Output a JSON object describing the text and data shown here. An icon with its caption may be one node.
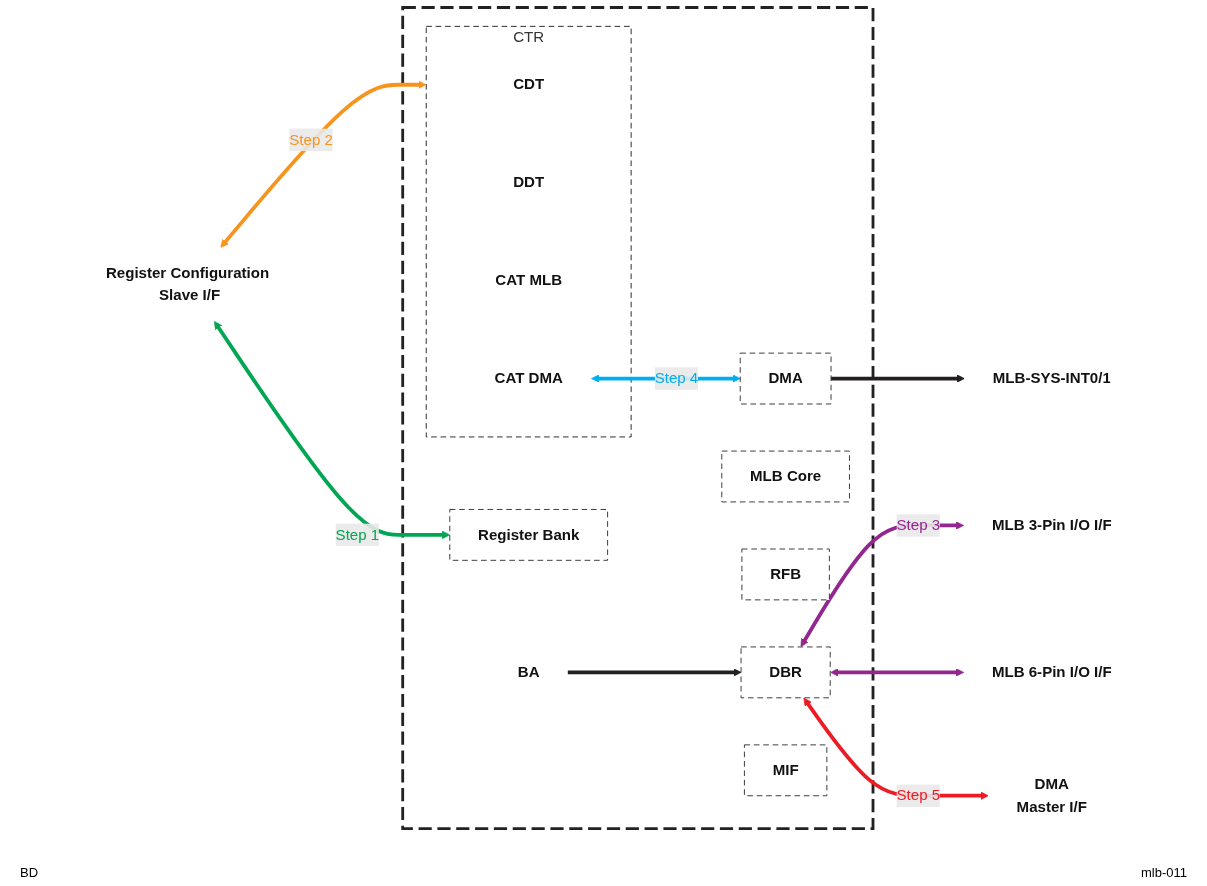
{
  "diagram": {
    "nodes": [
      {
        "text": [],
        "shape": "box"
      },
      {
        "text": [
          "CTR"
        ],
        "in": 0
      },
      {
        "text": [
          "CDT"
        ],
        "in": 1
      },
      {
        "text": [
          "DDT"
        ],
        "in": 1
      },
      {
        "text": [
          "CAT MLB"
        ],
        "in": 1
      },
      {
        "text": [
          "CAT DMA"
        ],
        "in": 1
      },
      {
        "text": [
          "DBR"
        ],
        "in": 0
      },
      {
        "text": [
          "BA"
        ],
        "in": 0
      },
      {
        "text": [
          "MLB Core"
        ],
        "in": 0
      },
      {
        "text": [
          "RFB"
        ],
        "in": 0
      },
      {
        "text": [
          "DMA"
        ],
        "in": 0
      },
      {
        "text": [
          "MIF"
        ],
        "in": 0
      },
      {
        "text": [
          "Register Bank"
        ],
        "in": 0
      },
      {
        "text": [
          "DMA",
          "Master I/F"
        ]
      },
      {
        "text": [
          "MLB-SYS-INT0/1"
        ]
      },
      {
        "text": [
          "Register Configuration Slave I/F"
        ]
      },
      {
        "text": [
          "MLB 3-Pin I/O I/F"
        ]
      },
      {
        "text": [
          "MLB 6-Pin I/O I/F"
        ]
      }
    ],
    "edges": [
      {
        "from": 15,
        "to": 12,
        "arrow": "both",
        "label": "Step 1",
        "color": "#00a651"
      },
      {
        "from": 15,
        "to": 1,
        "arrow": "both",
        "label": "Step 2",
        "color": "#f7941d"
      },
      {
        "from": 6,
        "to": 16,
        "arrow": "both",
        "label": "Step 3",
        "color": "#92278f"
      },
      {
        "from": 6,
        "to": 17,
        "arrow": "both",
        "color": "#92278f"
      },
      {
        "from": 5,
        "to": 10,
        "arrow": "both",
        "label": "Step 4",
        "color": "#00aeef"
      },
      {
        "from": 6,
        "to": 13,
        "arrow": "both",
        "label": "Step 5",
        "color": "#ed1c24"
      },
      {
        "from": 10,
        "to": 14,
        "arrow": "to",
        "color": "#231f20"
      },
      {
        "from": 7,
        "to": 6,
        "arrow": "to",
        "color": "#231f20"
      }
    ],
    "labels": [
      "BD",
      "mlb-011"
    ]
  }
}
